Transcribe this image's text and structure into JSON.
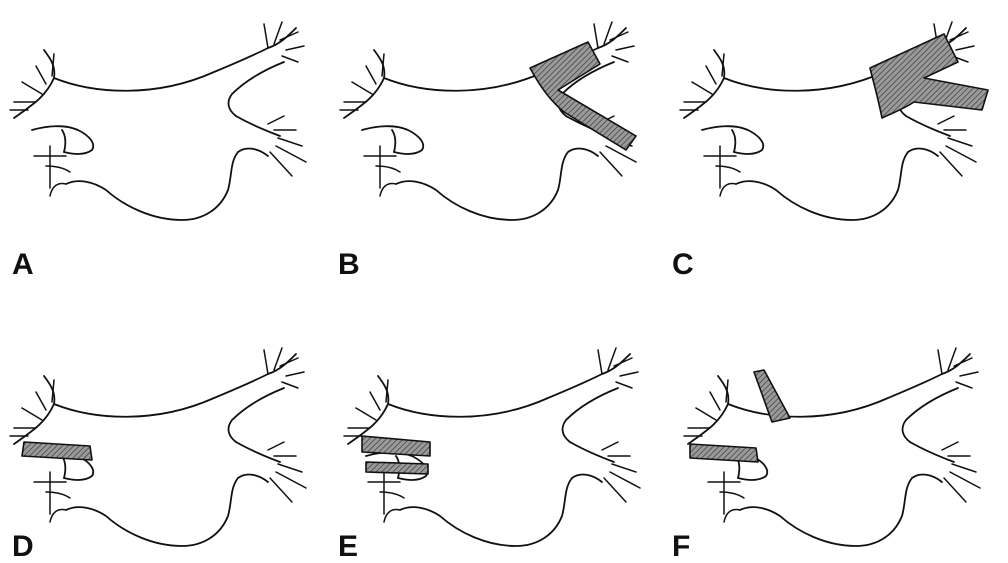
{
  "figure": {
    "panels": [
      {
        "id": "A",
        "label": "A",
        "patch": "none"
      },
      {
        "id": "B",
        "label": "B",
        "patch": "right-bifurcation-graft"
      },
      {
        "id": "C",
        "label": "C",
        "patch": "right-bifurcation-graft-extended"
      },
      {
        "id": "D",
        "label": "D",
        "patch": "single-left-branch-patch"
      },
      {
        "id": "E",
        "label": "E",
        "patch": "double-left-branch-patch"
      },
      {
        "id": "F",
        "label": "F",
        "patch": "left-branch-and-upper-left-patch"
      }
    ],
    "colors": {
      "line": "#111111",
      "hatch_fill": "#8a8a8a",
      "background": "#ffffff"
    }
  }
}
